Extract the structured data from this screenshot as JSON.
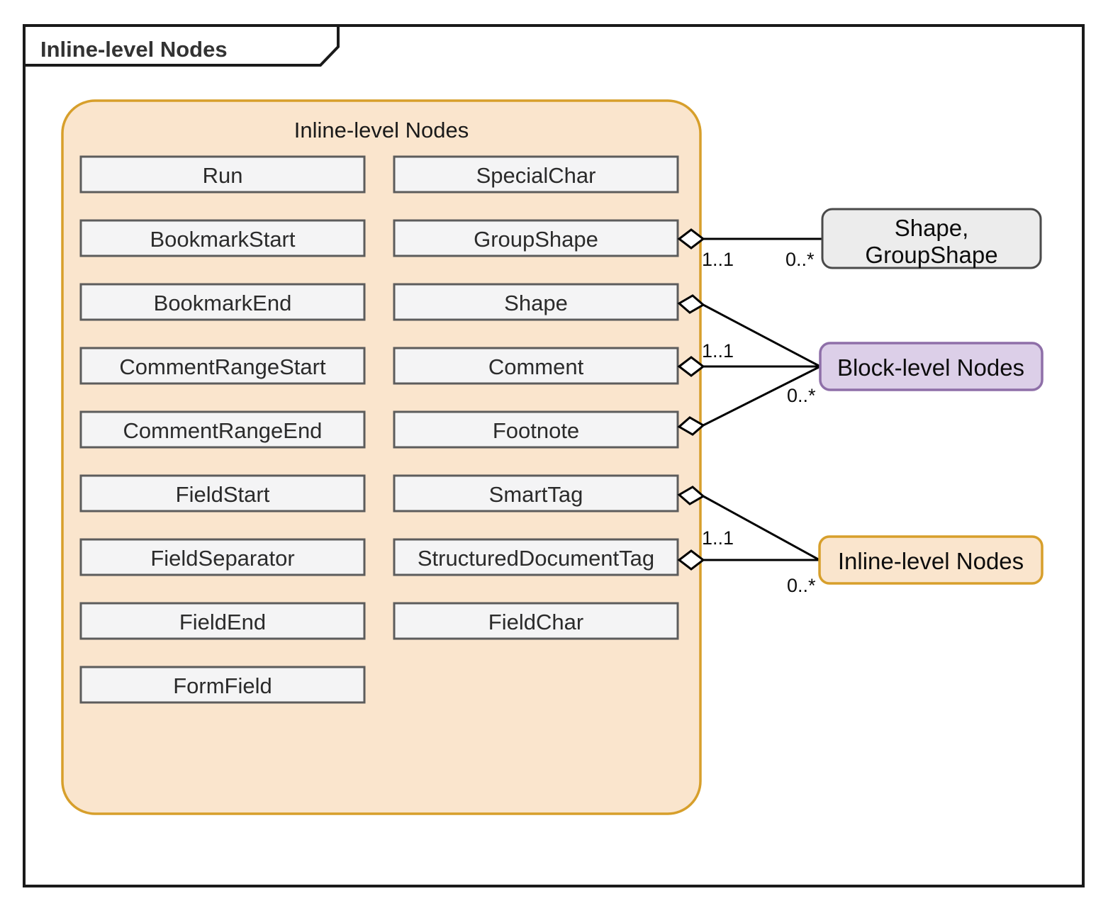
{
  "frame": {
    "title": "Inline-level Nodes"
  },
  "package": {
    "title": "Inline-level Nodes",
    "left_column": [
      {
        "label": "Run"
      },
      {
        "label": "BookmarkStart"
      },
      {
        "label": "BookmarkEnd"
      },
      {
        "label": "CommentRangeStart"
      },
      {
        "label": "CommentRangeEnd"
      },
      {
        "label": "FieldStart"
      },
      {
        "label": "FieldSeparator"
      },
      {
        "label": "FieldEnd"
      },
      {
        "label": "FormField"
      }
    ],
    "right_column": [
      {
        "label": "SpecialChar"
      },
      {
        "label": "GroupShape"
      },
      {
        "label": "Shape"
      },
      {
        "label": "Comment"
      },
      {
        "label": "Footnote"
      },
      {
        "label": "SmartTag"
      },
      {
        "label": "StructuredDocumentTag"
      },
      {
        "label": "FieldChar"
      }
    ]
  },
  "external_nodes": [
    {
      "label_line1": "Shape,",
      "label_line2": "GroupShape",
      "color": "#ececec"
    },
    {
      "label_line1": "Block-level Nodes",
      "label_line2": "",
      "color": "#dccfe8"
    },
    {
      "label_line1": "Inline-level Nodes",
      "label_line2": "",
      "color": "#fae5cd"
    }
  ],
  "associations": [
    {
      "source": "GroupShape",
      "target": "Shape, GroupShape",
      "source_multiplicity": "1..1",
      "target_multiplicity": "0..*"
    },
    {
      "source": "Shape",
      "target": "Block-level Nodes",
      "source_multiplicity": "",
      "target_multiplicity": ""
    },
    {
      "source": "Comment",
      "target": "Block-level Nodes",
      "source_multiplicity": "1..1",
      "target_multiplicity": "0..*"
    },
    {
      "source": "Footnote",
      "target": "Block-level Nodes",
      "source_multiplicity": "",
      "target_multiplicity": ""
    },
    {
      "source": "SmartTag",
      "target": "Inline-level Nodes",
      "source_multiplicity": "",
      "target_multiplicity": ""
    },
    {
      "source": "StructuredDocumentTag",
      "target": "Inline-level Nodes",
      "source_multiplicity": "1..1",
      "target_multiplicity": "0..*"
    }
  ],
  "multiplicity_labels": {
    "groupshape_source": "1..1",
    "groupshape_target": "0..*",
    "block_source": "1..1",
    "block_target": "0..*",
    "inline_source": "1..1",
    "inline_target": "0..*"
  },
  "colors": {
    "package_fill": "#fae5cd",
    "package_border": "#d79f2b",
    "item_fill": "#f4f4f5",
    "item_border": "#5c5c5c",
    "purple_fill": "#dccfe8",
    "purple_border": "#8e6fa8",
    "gray_fill": "#ececec",
    "frame_border": "#1a1a1a"
  }
}
